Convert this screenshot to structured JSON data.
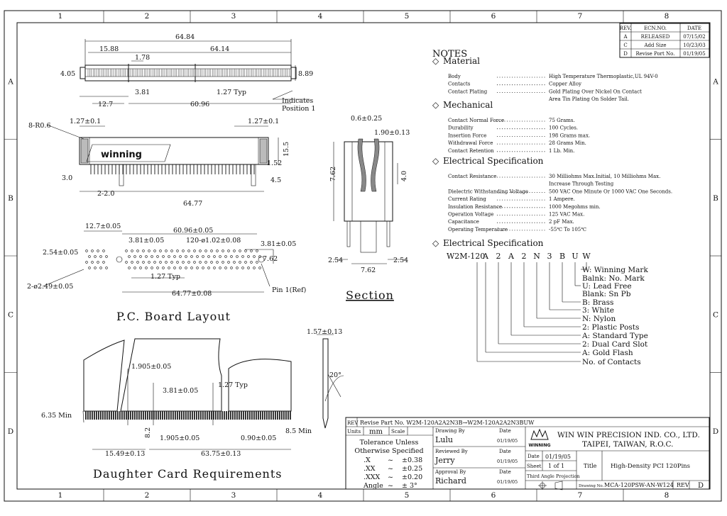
{
  "border": {
    "cols": [
      "1",
      "2",
      "3",
      "4",
      "5",
      "6",
      "7",
      "8"
    ],
    "rows": [
      "A",
      "B",
      "C",
      "D"
    ]
  },
  "revisions": {
    "headers": [
      "REV.",
      "ECN.NO.",
      "DATE"
    ],
    "rows": [
      [
        "A",
        "RELEASED",
        "07/15/02"
      ],
      [
        "C",
        "Add Size",
        "10/23/03"
      ],
      [
        "D",
        "Revise Port No.",
        "01/19/05"
      ]
    ]
  },
  "notes": {
    "title": "NOTES",
    "sections": [
      {
        "heading": "Material",
        "items": [
          [
            "Body",
            "High Temperature Thermoplastic,UL 94V-0"
          ],
          [
            "Contacts",
            "Copper Alloy"
          ],
          [
            "Contact Plating",
            "Gold Plating Over Nickel On Contact"
          ],
          [
            "",
            "Area Tin Plating On Solder Tail."
          ]
        ]
      },
      {
        "heading": "Mechanical",
        "items": [
          [
            "Contact Normal Force",
            "75 Grams."
          ],
          [
            "Durability",
            "100 Cycles."
          ],
          [
            "Insertion Force",
            "198 Grams max."
          ],
          [
            "Withdrawal Force",
            "28 Grams Min."
          ],
          [
            "Contact Retention",
            "1 Lb. Min."
          ]
        ]
      },
      {
        "heading": "Electrical Specification",
        "items": [
          [
            "Contact Resistance",
            "30 Milliohms Max.Initial, 10 Milliohms Max."
          ],
          [
            "",
            "Increase Through Testing"
          ],
          [
            "Dielectric Withstanding Voltage",
            "500 VAC One Minute Or 1000 VAC One Seconds."
          ],
          [
            "Current Rating",
            "1 Ampere."
          ],
          [
            "Insulation Resistance",
            "1000 Megohms min."
          ],
          [
            "Operation Voltage",
            "125 VAC Max."
          ],
          [
            "Capacitance",
            "2 pF Max."
          ],
          [
            "Operating Temperature",
            "-55℃ To 105℃"
          ]
        ]
      }
    ]
  },
  "part_number": {
    "heading": "Electrical Specification",
    "prefix": "W2M-120",
    "letters": [
      "A",
      "2",
      "A",
      "2",
      "N",
      "3",
      "B",
      "U",
      "W"
    ],
    "legend": [
      "W: Winning Mark",
      "Balnk: No. Mark",
      "U: Lead Free",
      "Blank: Sn Pb",
      "B: Brass",
      "3: White",
      "N: Nylon",
      "2: Plastic Posts",
      "A: Standard Type",
      "2: Dual Card Slot",
      "A: Gold Flash",
      "No. of Contacts"
    ]
  },
  "views": {
    "pcb_title": "P.C. Board Layout",
    "section_title": "Section",
    "daughter_title": "Daughter Card Requirements",
    "indicates": "Indicates",
    "position": "Position 1",
    "logo_text": "winning"
  },
  "dims": {
    "top": [
      "64.84",
      "15.88",
      "1.78",
      "64.14",
      "4.05",
      "8.89",
      "3.81",
      "1.27 Typ",
      "12.7",
      "60.96"
    ],
    "side": [
      "8-R0.6",
      "1.27±0.1",
      "1.27±0.1",
      "15.5",
      "1.52",
      "3.0",
      "4.5",
      "2-2.0",
      "64.77"
    ],
    "section": [
      "0.6±0.25",
      "1.90±0.13",
      "7.62",
      "4.0",
      "2.54",
      "2.54",
      "7.62"
    ],
    "pcb": [
      "12.7±0.05",
      "60.96±0.05",
      "3.81±0.05",
      "120-ø1.02±0.08",
      "3.81±0.05",
      "2.54±0.05",
      "7.62",
      "1.27 Typ",
      "2-ø2.49±0.05",
      "64.77±0.08",
      "Pin 1(Ref)"
    ],
    "daughter": [
      "1.905±0.05",
      "3.81±0.05",
      "1.27 Typ",
      "6.35 Min",
      "8.2",
      "1.905±0.05",
      "0.90±0.05",
      "8.5 Min",
      "15.49±0.13",
      "63.75±0.13",
      "1.57±0.13",
      "20°"
    ]
  },
  "title_block": {
    "rev_label": "REV",
    "rev_text": "Revise Part No. W2M-120A2A2N3B→W2M-120A2A2N3BUW",
    "units_label": "Units",
    "units": "mm",
    "scale_label": "Scale",
    "tol1": "Tolerance Unless",
    "tol2": "Otherwise Specified",
    "tolerances": [
      [
        ".X",
        "~",
        "±0.38"
      ],
      [
        ".XX",
        "~",
        "±0.25"
      ],
      [
        ".XXX",
        "~",
        "±0.20"
      ],
      [
        "Angle",
        "~",
        "± 3°"
      ]
    ],
    "people": [
      [
        "Drawing By",
        "Lulu",
        "Date",
        "01/19/05"
      ],
      [
        "Reviewed By",
        "Jerry",
        "Date",
        "01/19/05"
      ],
      [
        "Approval By",
        "Richard",
        "Date",
        "01/19/05"
      ]
    ],
    "company1": "WIN WIN PRECISION IND. CO., LTD.",
    "company2": "TAIPEI, TAIWAN, R.O.C.",
    "logo_word": "WINNING",
    "date_label": "Date",
    "date": "01/19/05",
    "sheet_label": "Sheet",
    "sheet": "1 of 1",
    "projection": "Third Angle Projection",
    "title_label": "Title",
    "title": "High-Density PCI 120Pins",
    "dwg_label": "Drawing No.",
    "dwg": "MCA-120PSW-AN-W124",
    "rev2_label": "REV",
    "rev2": "D"
  }
}
